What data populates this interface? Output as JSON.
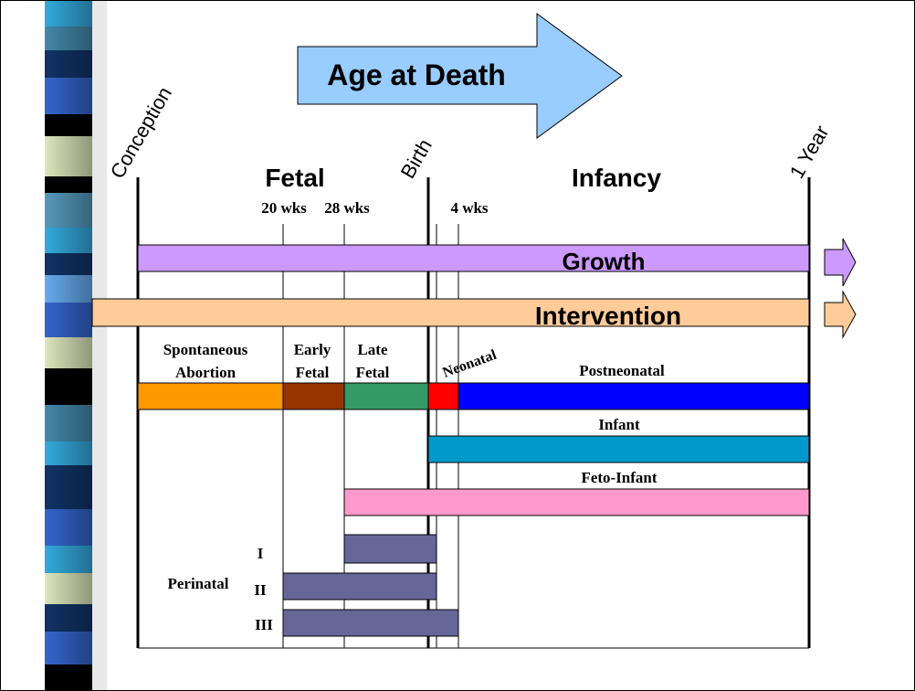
{
  "title": "Age at Death",
  "milestones": {
    "conception": "Conception",
    "birth": "Birth",
    "one_year": "1 Year"
  },
  "sections": {
    "fetal": "Fetal",
    "infancy": "Infancy"
  },
  "week_marks": {
    "w20": "20 wks",
    "w28": "28 wks",
    "w4": "4 wks"
  },
  "bars": {
    "growth": "Growth",
    "intervention": "Intervention"
  },
  "periods": {
    "spontaneous_line1": "Spontaneous",
    "spontaneous_line2": "Abortion",
    "early_line1": "Early",
    "early_line2": "Fetal",
    "late_line1": "Late",
    "late_line2": "Fetal",
    "neonatal": "Neonatal",
    "postneonatal": "Postneonatal",
    "infant": "Infant",
    "feto_infant": "Feto-Infant",
    "perinatal": "Perinatal",
    "perinatal_i": "I",
    "perinatal_ii": "II",
    "perinatal_iii": "III"
  },
  "colors": {
    "growth": "#cc99ff",
    "intervention": "#ffcc99",
    "arrow": "#99ccff",
    "spontaneous": "#ff9900",
    "early_fetal": "#993300",
    "late_fetal": "#339966",
    "neonatal": "#ff0000",
    "postneonatal": "#0000ff",
    "infant": "#0099cc",
    "feto_infant": "#ff99cc",
    "perinatal": "#666699"
  }
}
